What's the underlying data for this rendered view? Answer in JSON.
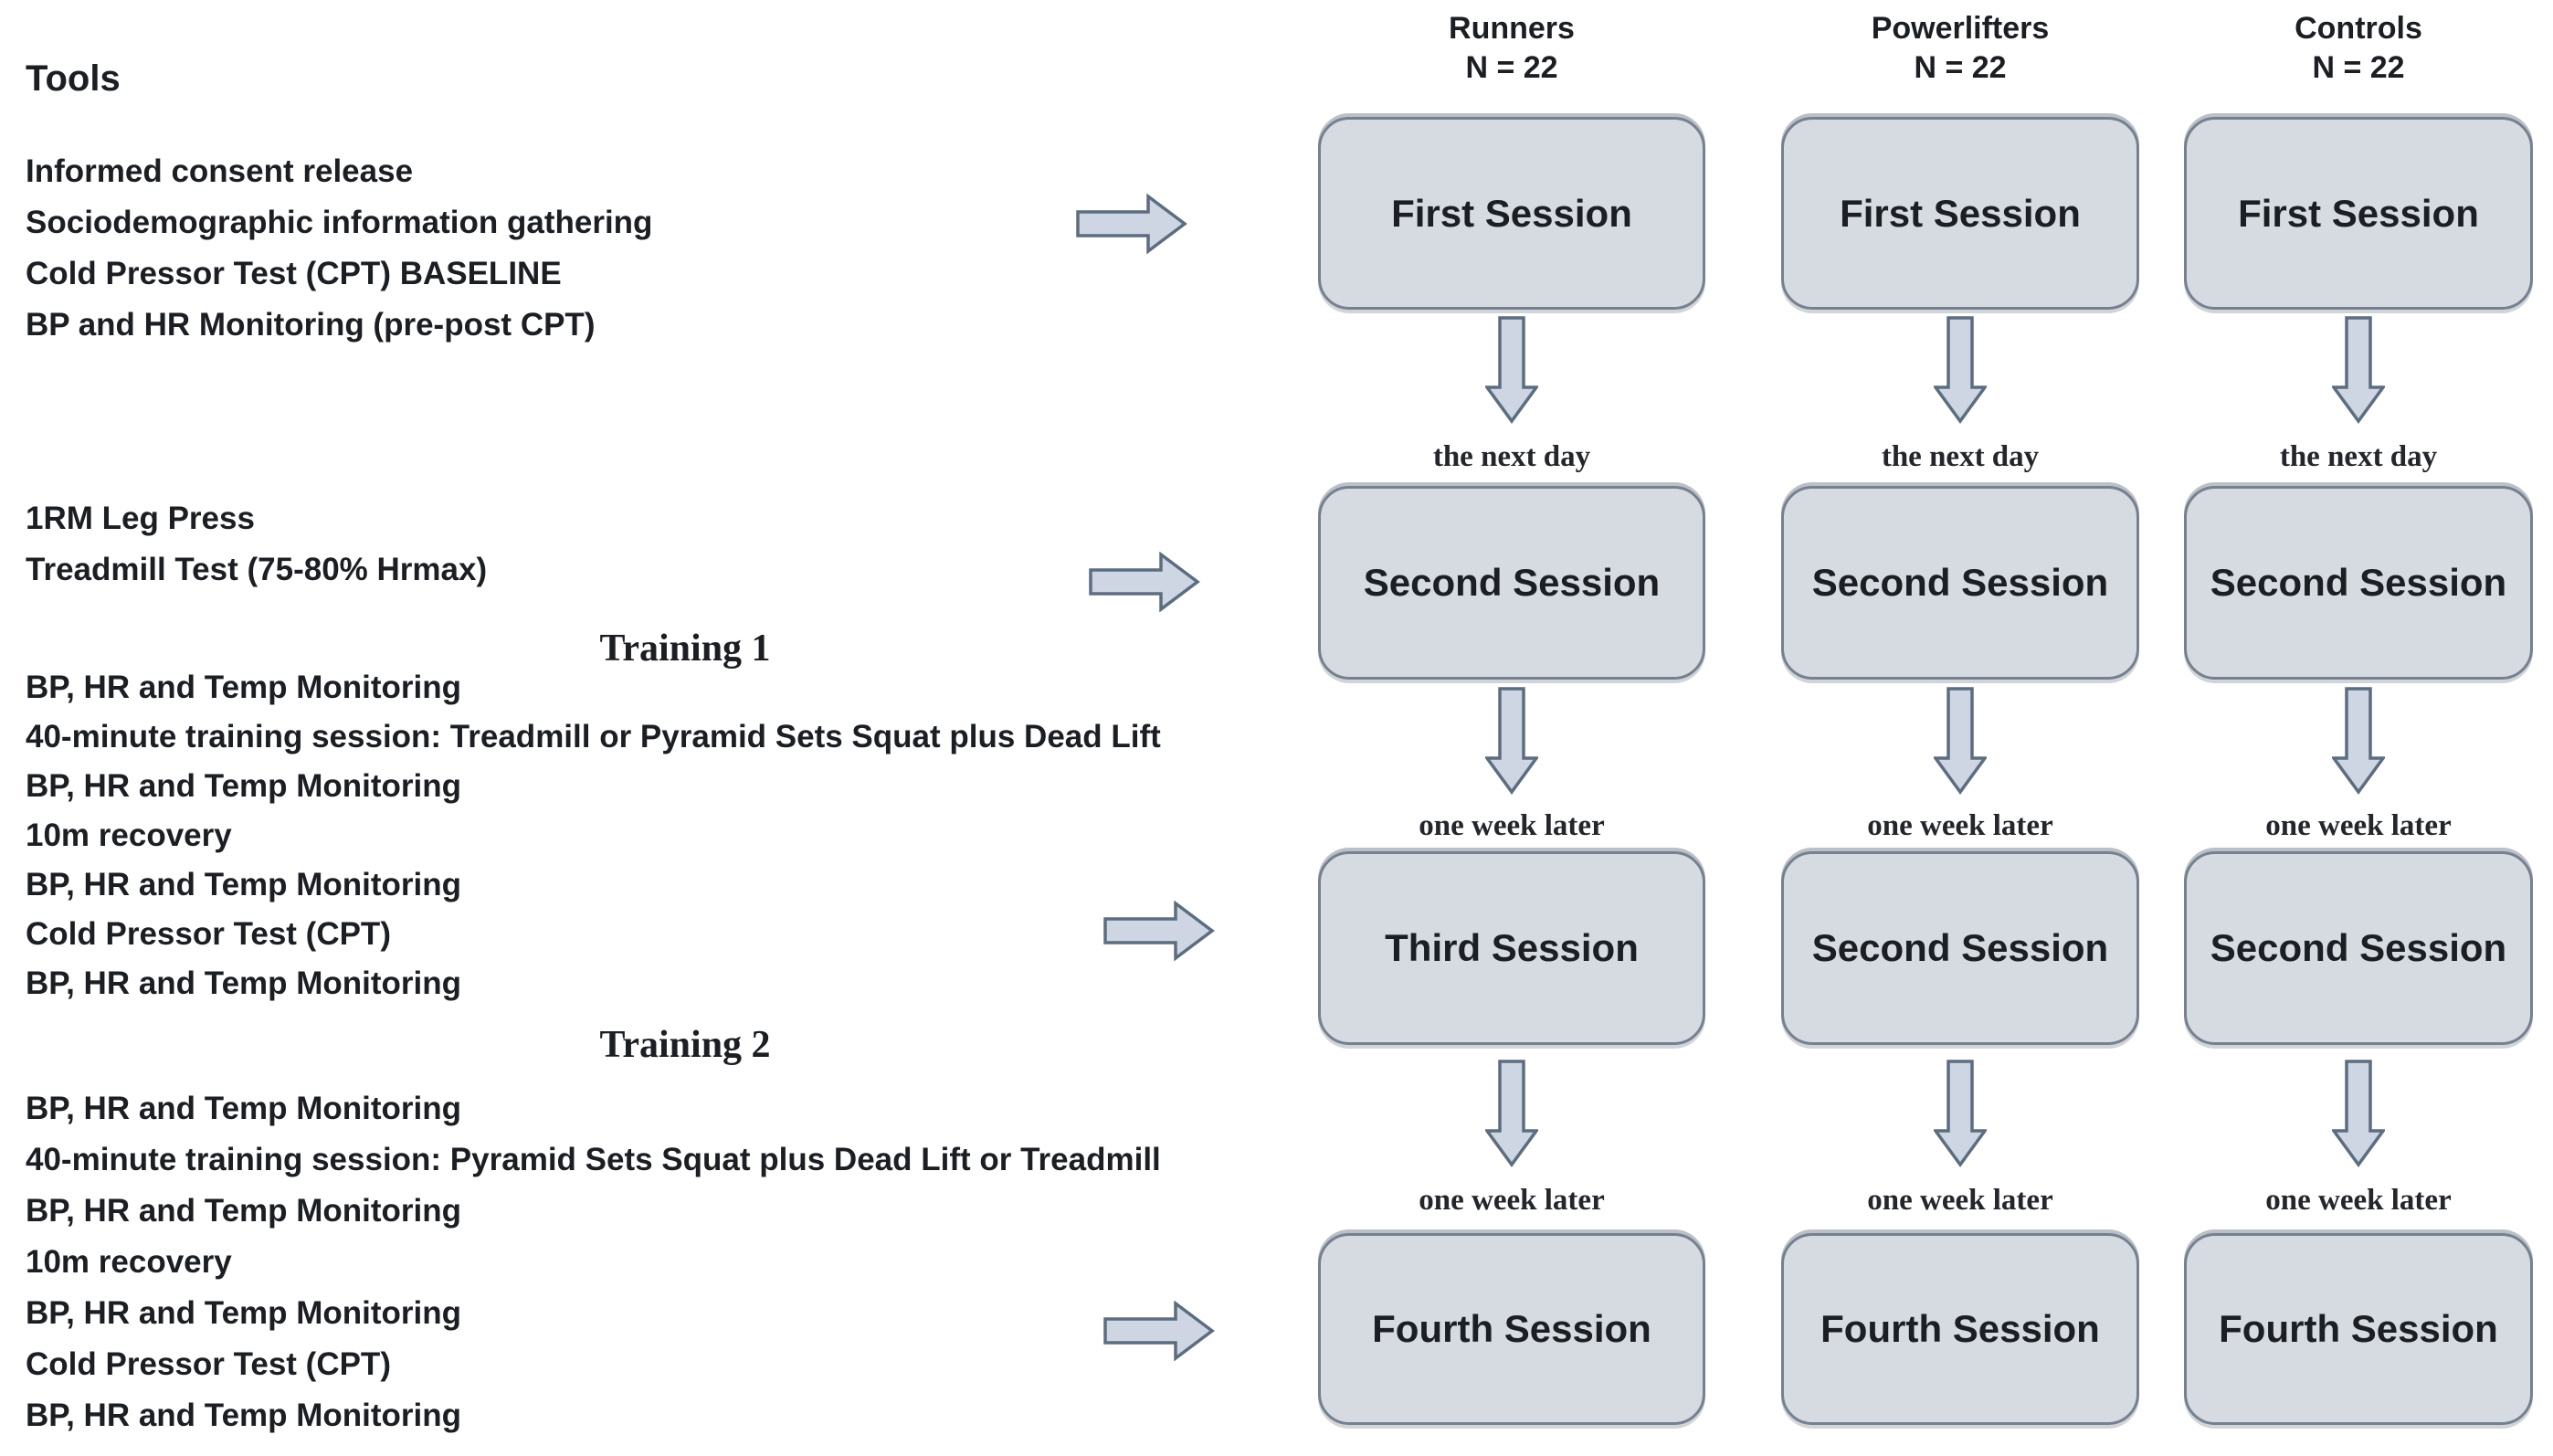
{
  "tools_panel": {
    "heading": "Tools",
    "session1_tools": [
      "Informed consent release",
      "Sociodemographic information gathering",
      "Cold Pressor Test (CPT) BASELINE",
      "BP and HR Monitoring (pre-post CPT)"
    ],
    "session2_tools": [
      "1RM Leg Press",
      "Treadmill Test (75-80% Hrmax)"
    ],
    "training1_heading": "Training 1",
    "training1_tools": [
      "BP, HR and Temp Monitoring",
      "40-minute training session: Treadmill or Pyramid Sets Squat plus Dead Lift",
      "BP, HR and Temp Monitoring",
      "10m recovery",
      "BP, HR and Temp Monitoring",
      "Cold Pressor Test (CPT)",
      "BP, HR and Temp Monitoring"
    ],
    "training2_heading": "Training 2",
    "training2_tools": [
      "BP, HR and Temp Monitoring",
      "40-minute training session: Pyramid Sets Squat plus Dead Lift or Treadmill",
      "BP, HR and Temp Monitoring",
      "10m recovery",
      "BP, HR and Temp Monitoring",
      "Cold Pressor Test (CPT)",
      "BP, HR and Temp Monitoring"
    ]
  },
  "groups": [
    {
      "name": "Runners",
      "n_label": "N = 22",
      "sessions": [
        "First Session",
        "Second Session",
        "Third Session",
        "Fourth Session"
      ],
      "intervals": [
        "the next day",
        "one week later",
        "one week later"
      ]
    },
    {
      "name": "Powerlifters",
      "n_label": "N = 22",
      "sessions": [
        "First Session",
        "Second Session",
        "Second Session",
        "Fourth Session"
      ],
      "intervals": [
        "the next day",
        "one week later",
        "one week later"
      ]
    },
    {
      "name": "Controls",
      "n_label": "N = 22",
      "sessions": [
        "First Session",
        "Second Session",
        "Second Session",
        "Fourth Session"
      ],
      "intervals": [
        "the next day",
        "one week later",
        "one week later"
      ]
    }
  ],
  "colors": {
    "box_fill": "#d6dbe2",
    "box_border": "#76818f",
    "arrow_fill": "#cdd6e2",
    "arrow_border": "#5d6d80",
    "text": "#1b1e23"
  }
}
